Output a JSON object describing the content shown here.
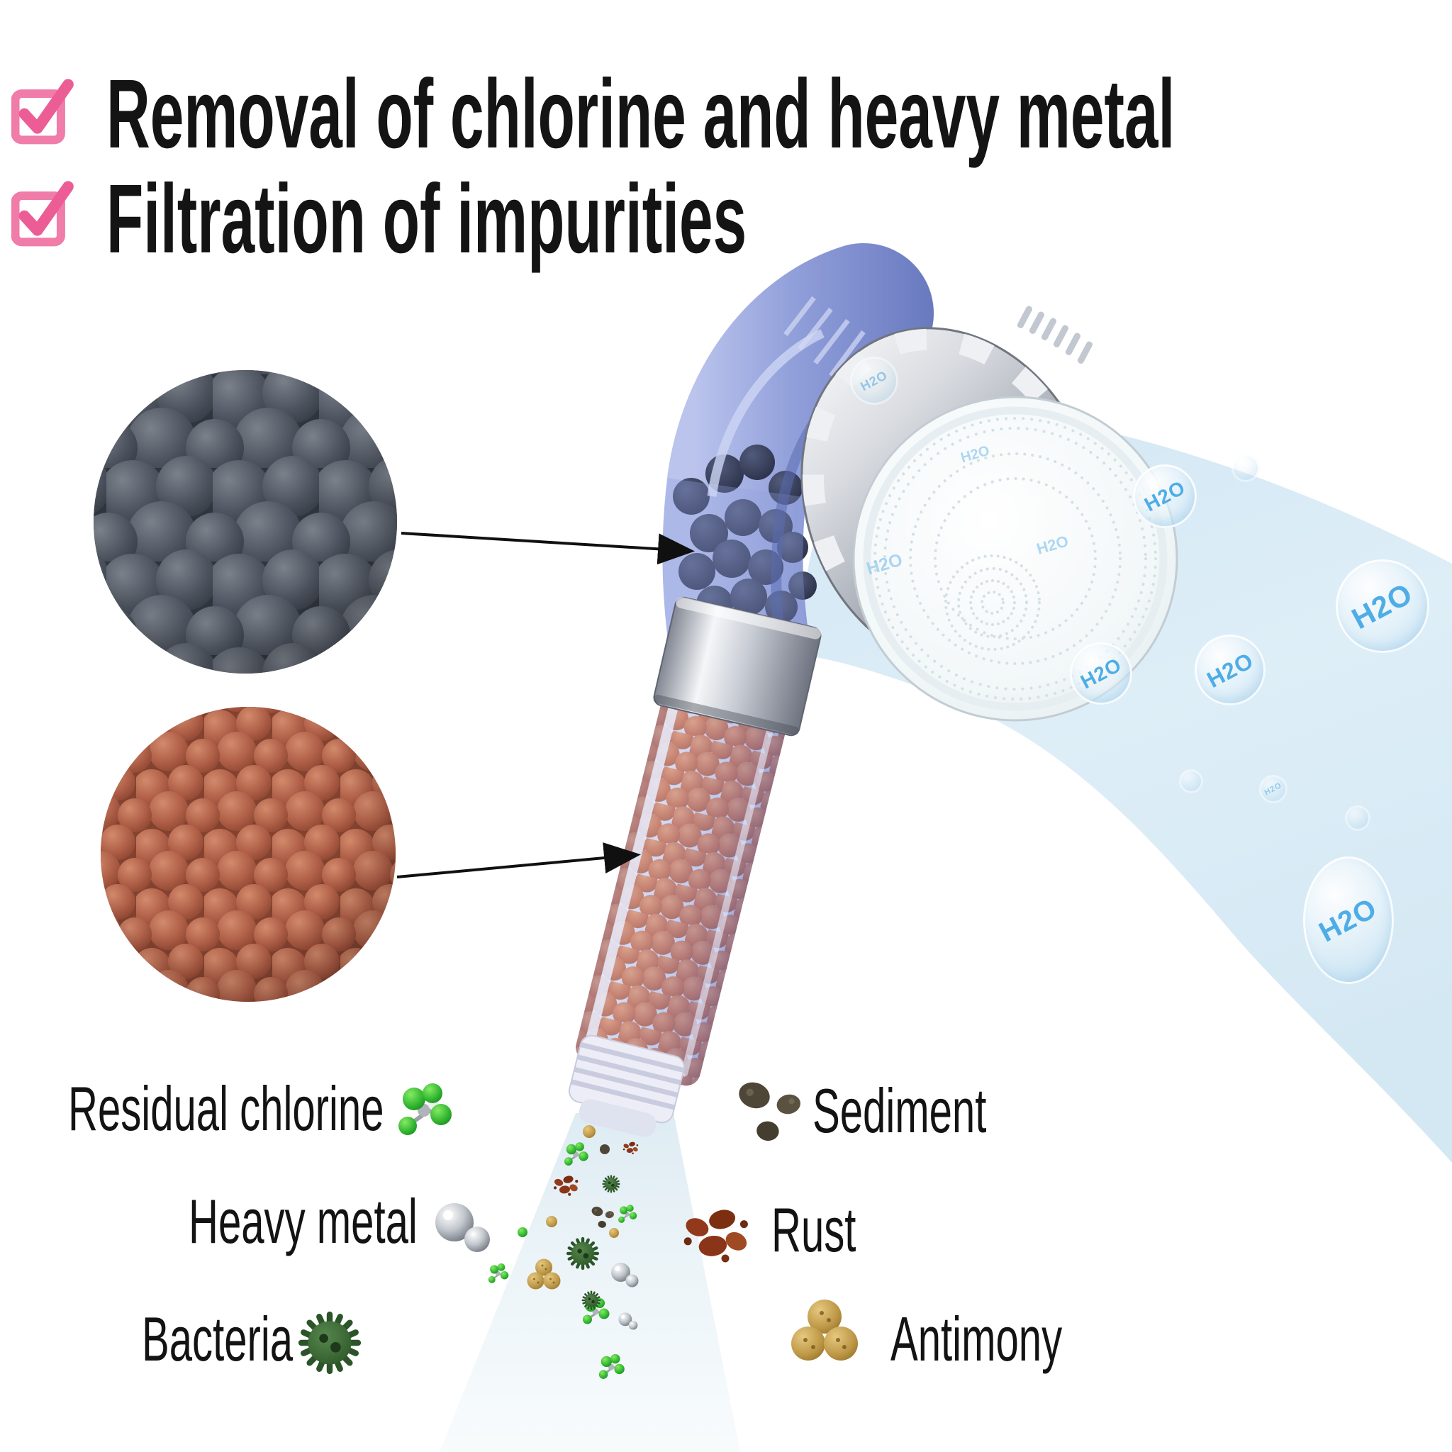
{
  "title_section": {
    "items": [
      {
        "icon": "checkbox-checked-icon",
        "label": "Removal of chlorine and heavy metal"
      },
      {
        "icon": "checkbox-checked-icon",
        "label": "Filtration of impurities"
      }
    ]
  },
  "water": {
    "bubble_text": "H2O"
  },
  "impurity_labels": [
    {
      "icon": "chlorine-molecule-icon",
      "text": "Residual chlorine"
    },
    {
      "icon": "sediment-icon",
      "text": "Sediment"
    },
    {
      "icon": "heavy-metal-icon",
      "text": "Heavy metal"
    },
    {
      "icon": "rust-icon",
      "text": "Rust"
    },
    {
      "icon": "bacteria-icon",
      "text": "Bacteria"
    },
    {
      "icon": "antimony-icon",
      "text": "Antimony"
    }
  ],
  "colors": {
    "checkbox_pink": "#f0679f",
    "water_band_blue": "#d6e9f4",
    "h2o_text_blue": "#4fade6",
    "shower_body_blue": "#8b9ad6",
    "filter_bead_orange": "#c05f3e",
    "mineral_ball_dark": "#3c424e",
    "mineral_ball_brown": "#b06048"
  }
}
